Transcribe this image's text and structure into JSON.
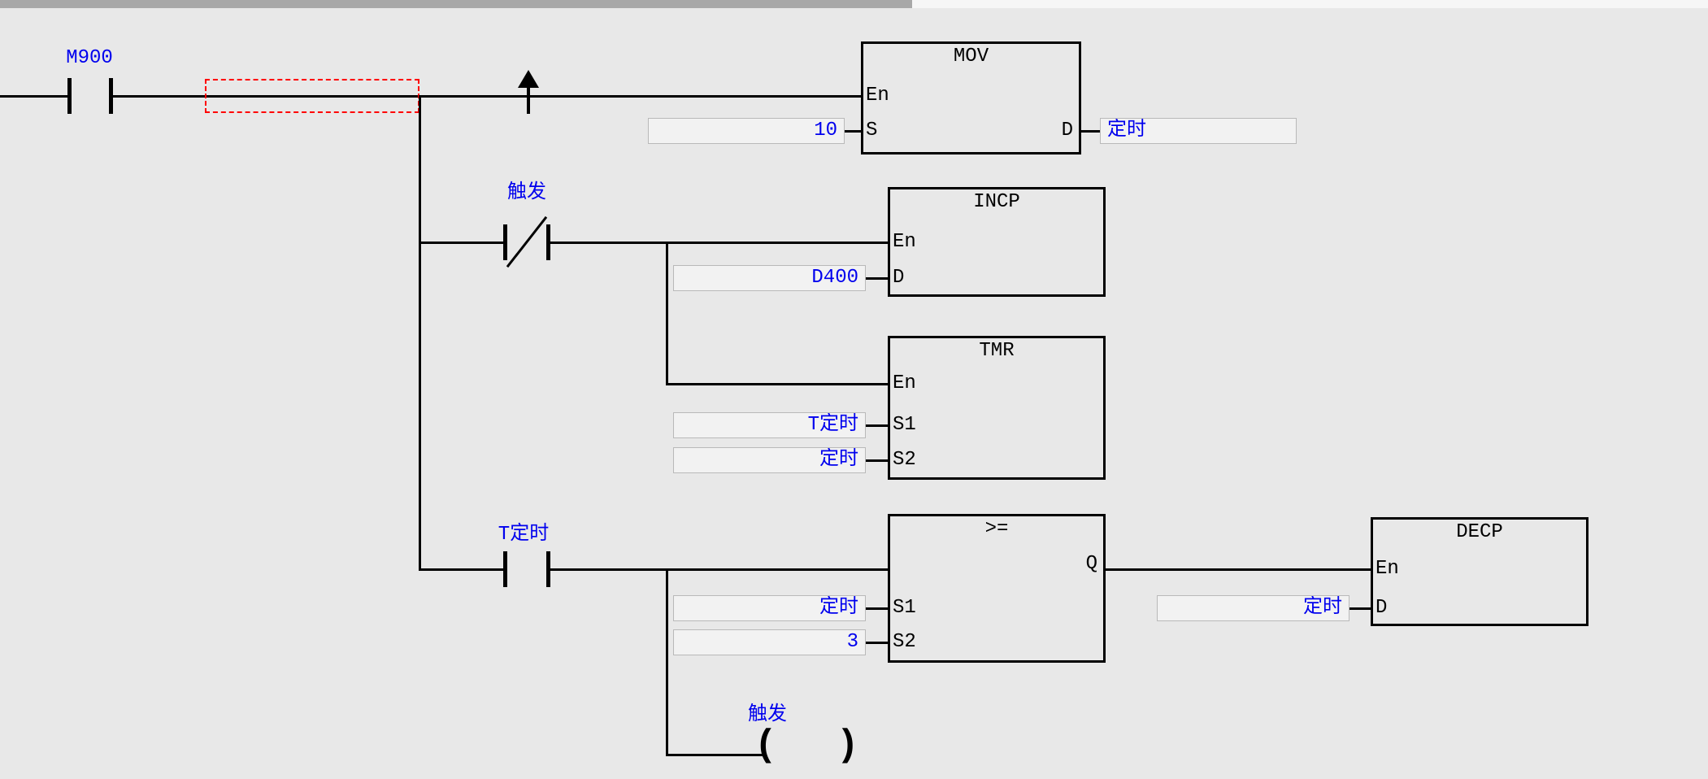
{
  "canvas": {
    "background": "#e8e8e8",
    "topbar_color": "#a8a8a8"
  },
  "colors": {
    "operand_blue": "#0000ee",
    "wire_black": "#000000",
    "cursor_red": "#ff0000"
  },
  "rung1": {
    "contact_m900_label": "M900",
    "mov": {
      "title": "MOV",
      "pin_en": "En",
      "pin_s": "S",
      "pin_d": "D",
      "s_value": "10",
      "d_value": "定时"
    }
  },
  "rung2": {
    "contact_trigger_label": "触发",
    "incp": {
      "title": "INCP",
      "pin_en": "En",
      "pin_d": "D",
      "d_value": "D400"
    },
    "tmr": {
      "title": "TMR",
      "pin_en": "En",
      "pin_s1": "S1",
      "pin_s2": "S2",
      "s1_value": "T定时",
      "s2_value": "定时"
    }
  },
  "rung3": {
    "contact_t_timer_label": "T定时",
    "compare": {
      "title": ">=",
      "pin_q": "Q",
      "pin_s1": "S1",
      "pin_s2": "S2",
      "s1_value": "定时",
      "s2_value": "3"
    },
    "decp": {
      "title": "DECP",
      "pin_en": "En",
      "pin_d": "D",
      "d_value": "定时"
    },
    "coil_label": "触发",
    "coil_symbol": "(  )"
  }
}
